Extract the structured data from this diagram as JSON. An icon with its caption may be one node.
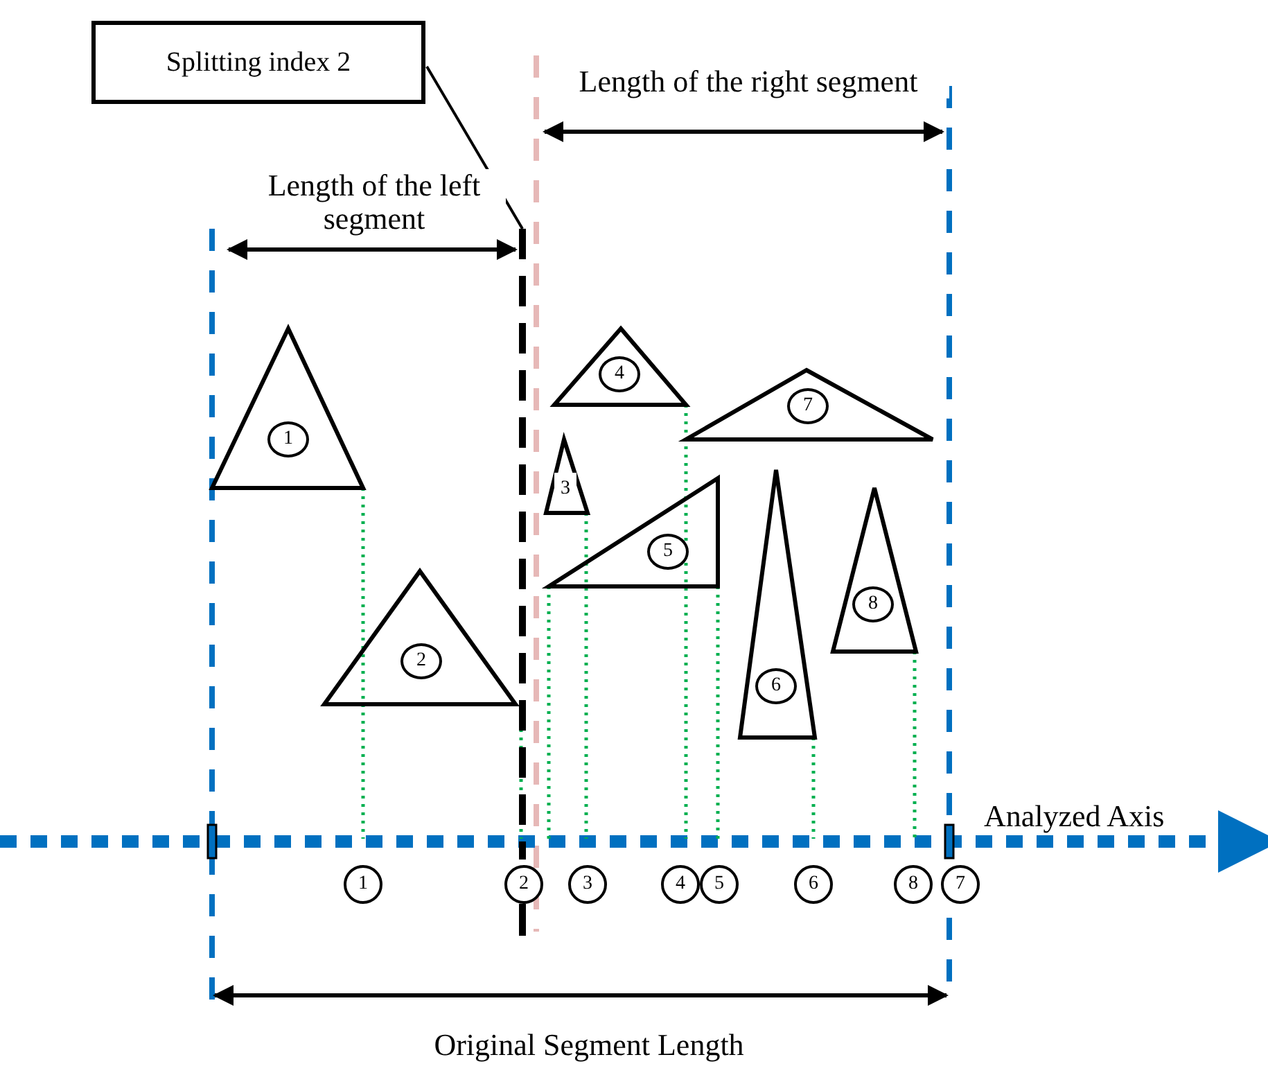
{
  "diagram": {
    "nodes": [
      {
        "text": [
          "Splitting index 2"
        ]
      },
      {
        "text": [],
        "shape": "bar"
      },
      {
        "text": [
          "1"
        ]
      },
      {
        "text": [
          "2"
        ]
      },
      {
        "text": [
          "3"
        ]
      },
      {
        "text": [
          "4"
        ]
      },
      {
        "text": [
          "5"
        ]
      },
      {
        "text": [
          "6"
        ]
      },
      {
        "text": [
          "7"
        ]
      },
      {
        "text": [
          "8"
        ]
      }
    ],
    "edges": [
      {
        "from": 0,
        "to": 1,
        "arrow": "none"
      }
    ],
    "labels": [
      "Length of the right segment",
      "Length of the left segment",
      "Analyzed Axis",
      "1",
      "2",
      "3",
      "4",
      "5",
      "6",
      "8",
      "7",
      "Original Segment Length"
    ]
  }
}
